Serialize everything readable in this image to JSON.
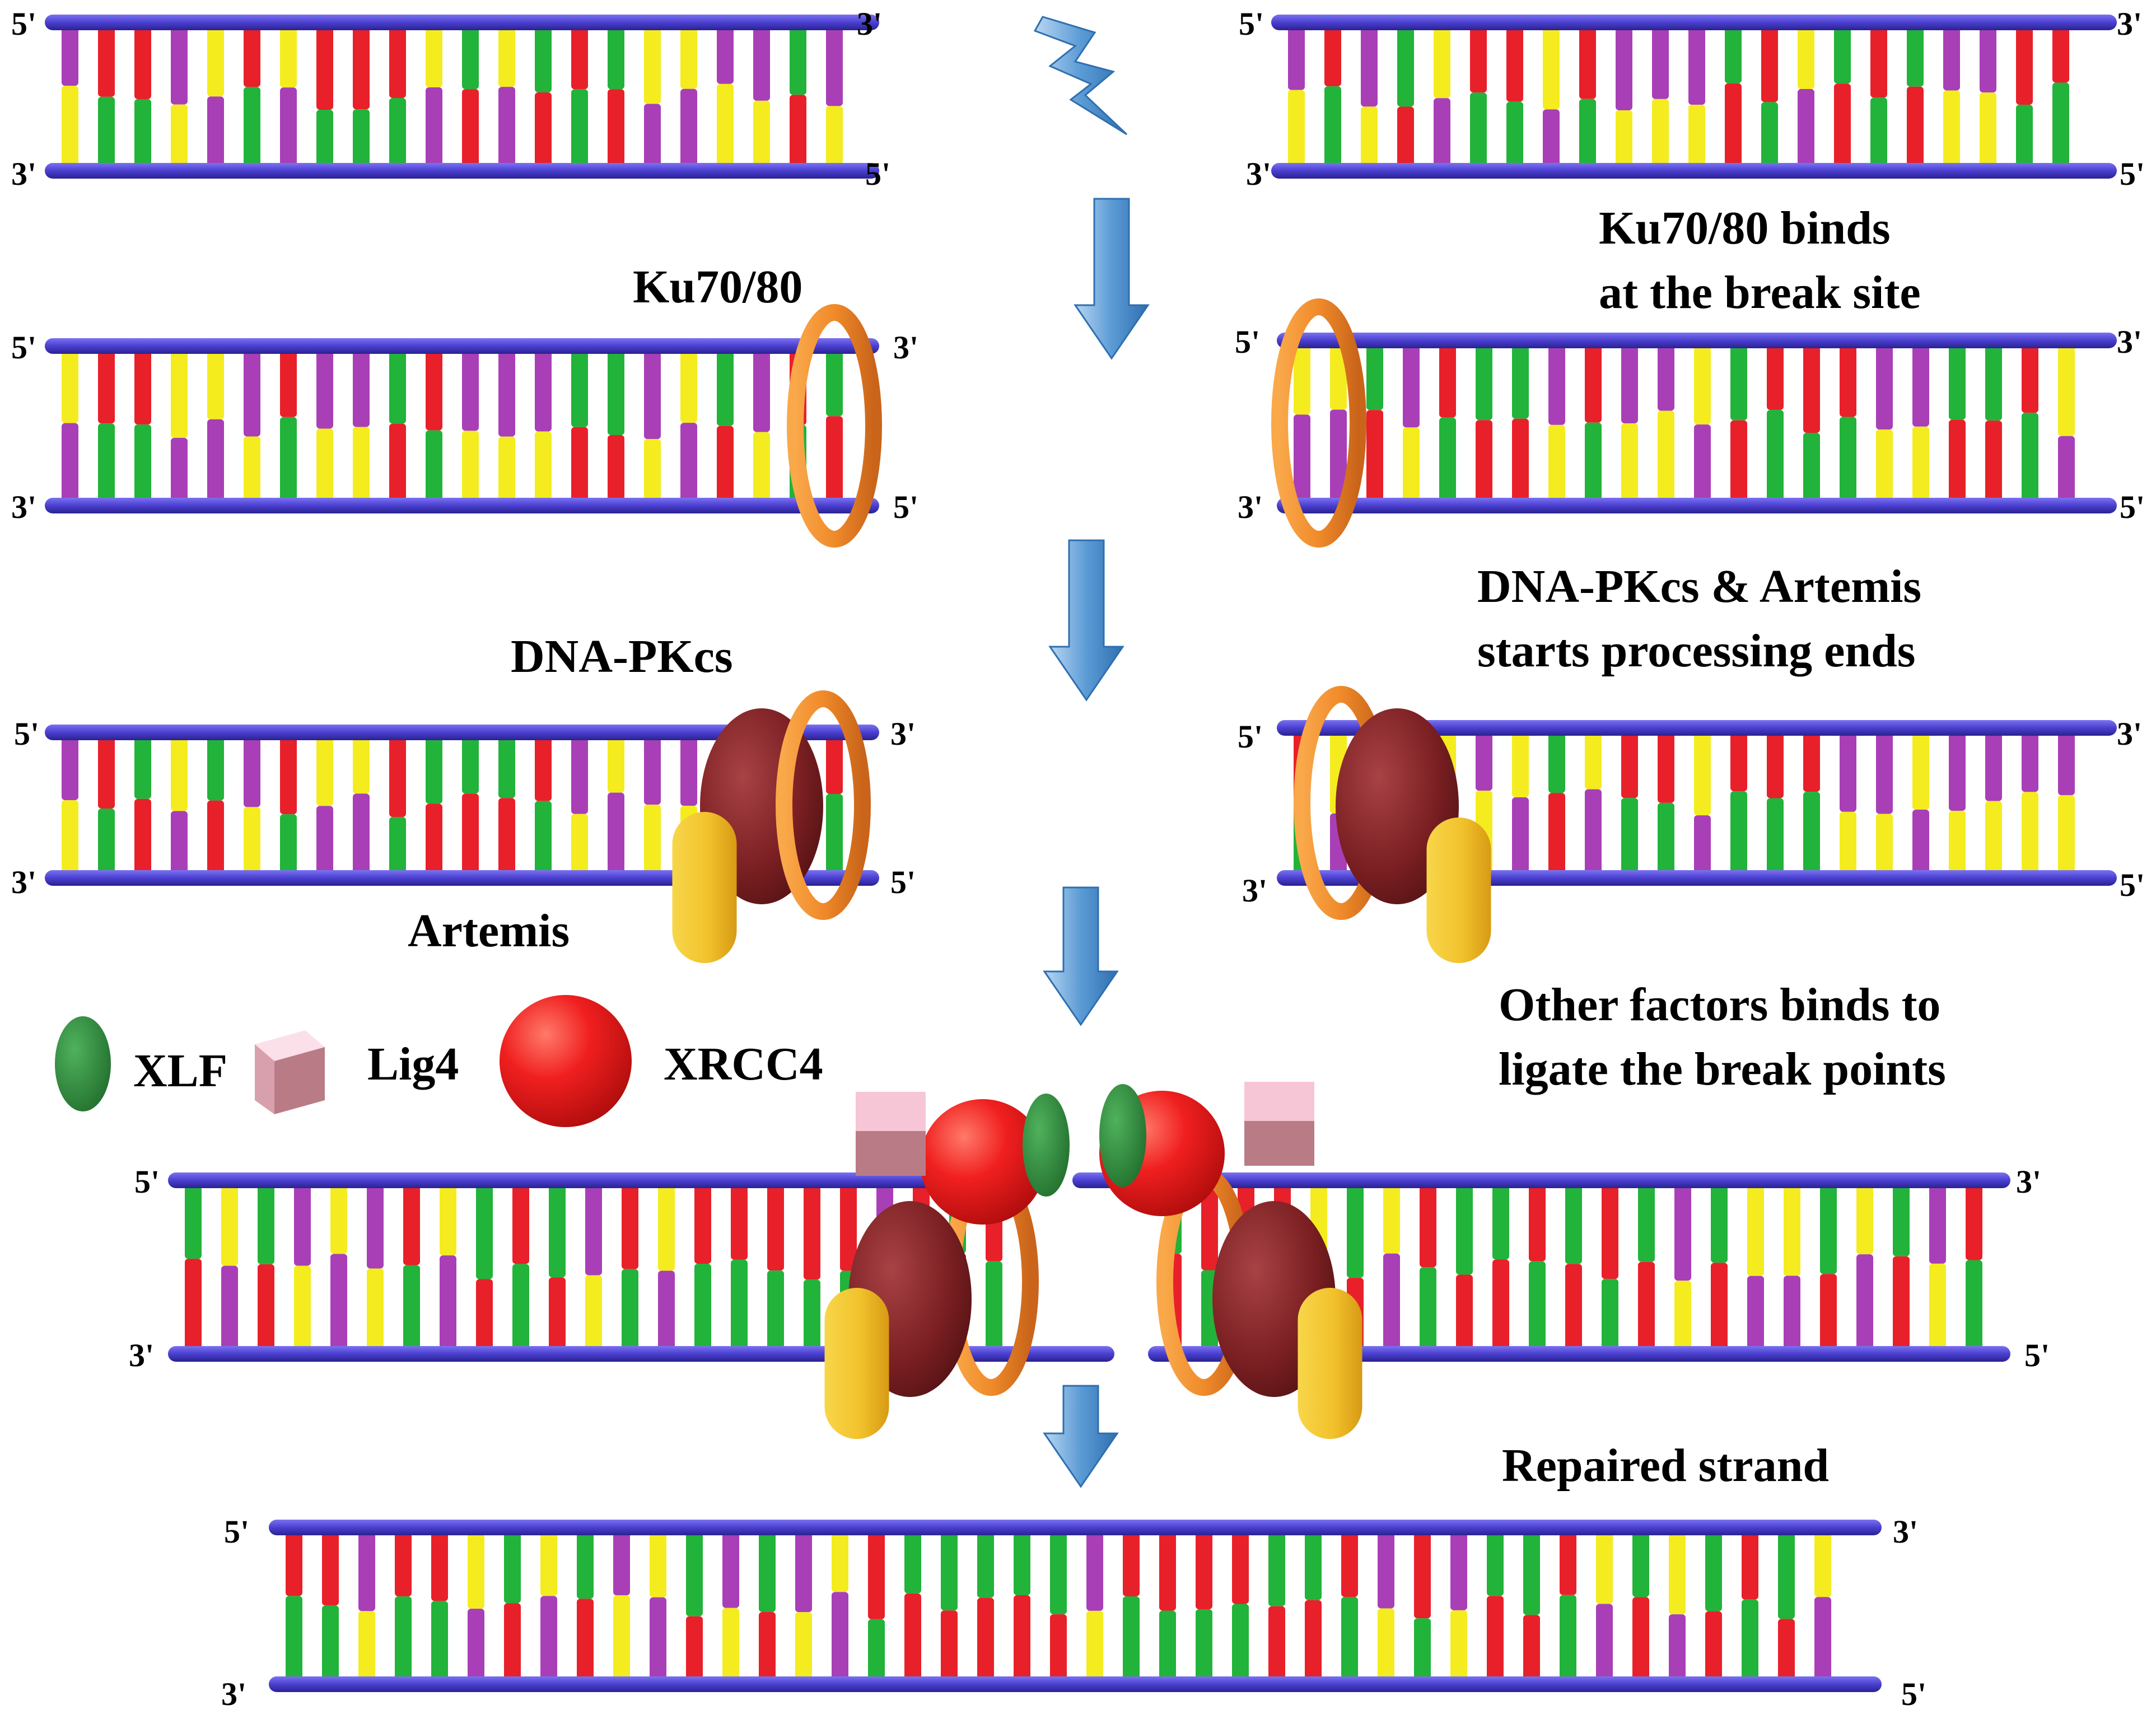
{
  "figure": {
    "labels": {
      "ku_left": "Ku70/80",
      "ku_right_1": "Ku70/80 binds",
      "ku_right_2": "at the break site",
      "dnapkcs_left": "DNA-PKcs",
      "artemis_left": "Artemis",
      "process_right_1": "DNA-PKcs & Artemis",
      "process_right_2": "starts processing ends",
      "ligate_right_1": "Other factors binds to",
      "ligate_right_2": "ligate the break points",
      "repaired": "Repaired strand"
    },
    "legend": {
      "xlf": "XLF",
      "lig4": "Lig4",
      "xrcc4": "XRCC4"
    },
    "strand_ends": {
      "five": "5'",
      "three": "3'"
    },
    "colors": {
      "backbone": "#4a3fd0",
      "base_red": "#e8202a",
      "base_green": "#22b33a",
      "base_yellow": "#f4ec1e",
      "base_purple": "#a93fb6",
      "ku_ring": "#f08a2a",
      "dnapkcs": "#7a1f22",
      "artemis": "#f2c22c",
      "xlf": "#2e8b3c",
      "lig4": "#f6c6d6",
      "xrcc4": "#e51a1a",
      "arrow": "#5b9bd5",
      "lightning": "#4f8fd6"
    }
  }
}
